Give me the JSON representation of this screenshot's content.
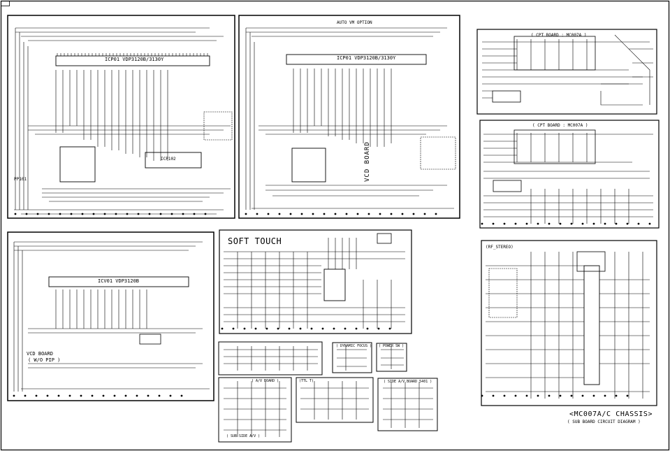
{
  "sheet": {
    "title": "<MC007A/C CHASSIS>",
    "subtitle": "( SUB BOARD CIRCUIT DIAGRAM )"
  },
  "boards": {
    "vcd_top_left": {
      "ic_label": "ICP01  VDP3120B/3130Y",
      "ic2_label": "ICP102",
      "pp_label": "PP101"
    },
    "vcd_top_mid": {
      "ic_label": "ICP01  VDP3120B/3130Y",
      "board_label": "VCD BOARD",
      "note": "AUTO VM OPTION"
    },
    "cpt_board_1": {
      "title": "( CPT BOARD : MC007A )"
    },
    "cpt_board_2": {
      "title": "( CPT BOARD : MC007A )"
    },
    "vcd_bottom_left": {
      "ic_label": "ICV01  VDP3120B",
      "board_label": "VCD BOARD",
      "board_sub": "( W/O PIP )"
    },
    "soft_touch": {
      "title": "SOFT TOUCH"
    },
    "rf_stereo": {
      "title": "(RF_STEREO)"
    },
    "dynamic_focus": {
      "title": "( DYNAMIC FOCUS )"
    },
    "power_sw": {
      "title": "( POWER SW )"
    },
    "side_av_board": {
      "title": "( SIDE A/V BOARD 5401 )"
    },
    "rear_av_board": {
      "title": "( A/V BOARD )"
    },
    "ttl": {
      "title": "(TTL T)"
    },
    "subwoofer": {
      "title": "( SUB SIDE A/V )"
    }
  },
  "colors": {
    "ink": "#000000",
    "paper": "#ffffff"
  }
}
